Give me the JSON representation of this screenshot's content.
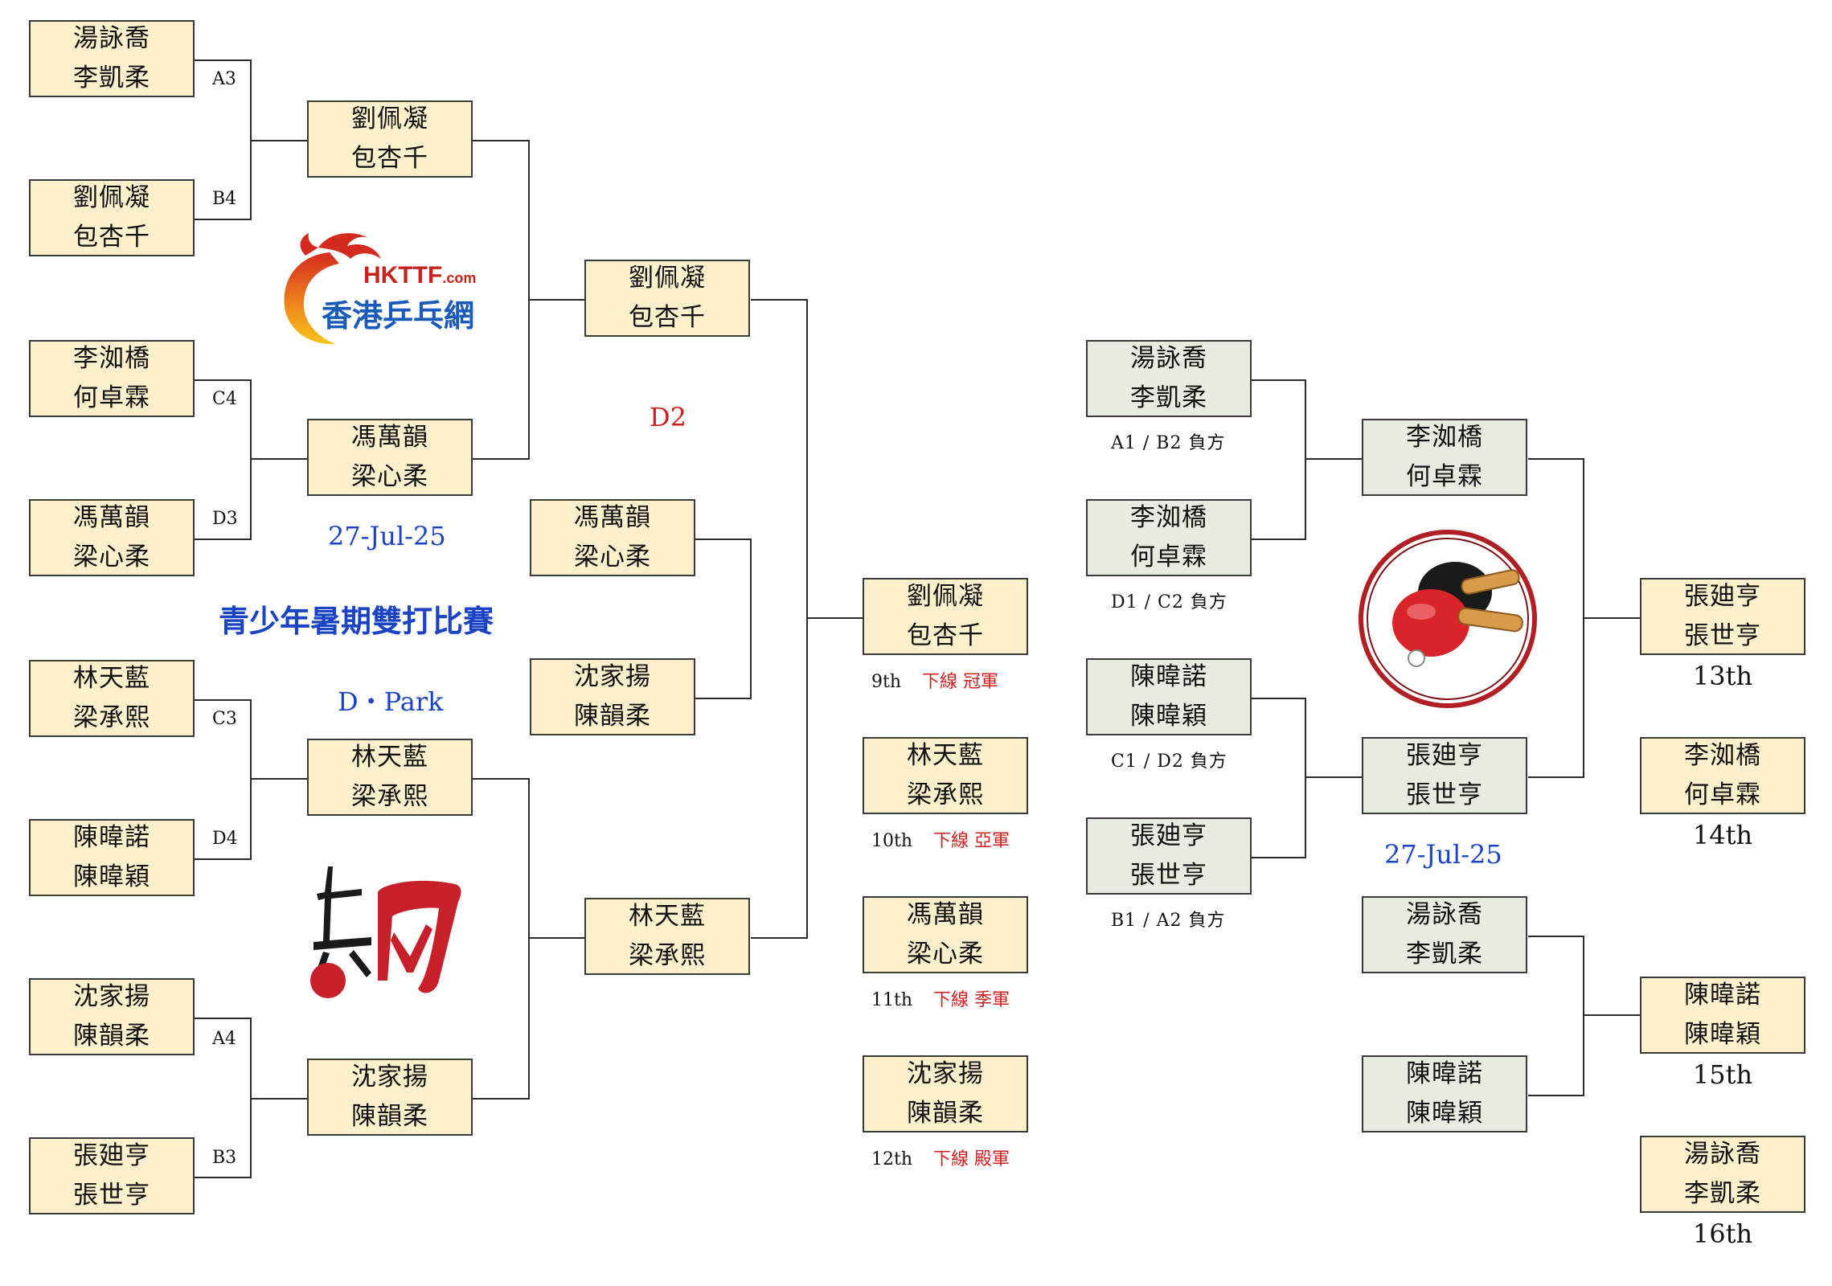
{
  "header": {
    "logo_hkttf": "HKTTF",
    "logo_dotcom": ".com",
    "logo_cn": "香港乒乓網",
    "group": "D2",
    "date_left": "27-Jul-25",
    "title": "青少年暑期雙打比賽",
    "venue": "D・Park",
    "date_right": "27-Jul-25"
  },
  "round1": [
    {
      "p1": "湯詠喬",
      "p2": "李凱柔",
      "seed": "A3"
    },
    {
      "p1": "劉佩凝",
      "p2": "包杏千",
      "seed": "B4"
    },
    {
      "p1": "李洳橋",
      "p2": "何卓霖",
      "seed": "C4"
    },
    {
      "p1": "馮萬韻",
      "p2": "梁心柔",
      "seed": "D3"
    },
    {
      "p1": "林天藍",
      "p2": "梁承熙",
      "seed": "C3"
    },
    {
      "p1": "陳暐諾",
      "p2": "陳暐穎",
      "seed": "D4"
    },
    {
      "p1": "沈家揚",
      "p2": "陳韻柔",
      "seed": "A4"
    },
    {
      "p1": "張廸亨",
      "p2": "張世亨",
      "seed": "B3"
    }
  ],
  "round2": [
    {
      "p1": "劉佩凝",
      "p2": "包杏千"
    },
    {
      "p1": "馮萬韻",
      "p2": "梁心柔"
    },
    {
      "p1": "林天藍",
      "p2": "梁承熙"
    },
    {
      "p1": "沈家揚",
      "p2": "陳韻柔"
    }
  ],
  "semis": [
    {
      "p1": "劉佩凝",
      "p2": "包杏千"
    },
    {
      "p1": "林天藍",
      "p2": "梁承熙"
    }
  ],
  "third_place": [
    {
      "p1": "馮萬韻",
      "p2": "梁心柔"
    },
    {
      "p1": "沈家揚",
      "p2": "陳韻柔"
    }
  ],
  "results": [
    {
      "p1": "劉佩凝",
      "p2": "包杏千",
      "rank": "9th",
      "tag": "下線 冠軍"
    },
    {
      "p1": "林天藍",
      "p2": "梁承熙",
      "rank": "10th",
      "tag": "下線 亞軍"
    },
    {
      "p1": "馮萬韻",
      "p2": "梁心柔",
      "rank": "11th",
      "tag": "下線 季軍"
    },
    {
      "p1": "沈家揚",
      "p2": "陳韻柔",
      "rank": "12th",
      "tag": "下線 殿軍"
    }
  ],
  "losers_r1": [
    {
      "p1": "湯詠喬",
      "p2": "李凱柔",
      "note": "A1 / B2 負方"
    },
    {
      "p1": "李洳橋",
      "p2": "何卓霖",
      "note": "D1 / C2 負方"
    },
    {
      "p1": "陳暐諾",
      "p2": "陳暐穎",
      "note": "C1 / D2 負方"
    },
    {
      "p1": "張廸亨",
      "p2": "張世亨",
      "note": "B1 / A2 負方"
    }
  ],
  "losers_r2": [
    {
      "p1": "李洳橋",
      "p2": "何卓霖"
    },
    {
      "p1": "張廸亨",
      "p2": "張世亨"
    },
    {
      "p1": "湯詠喬",
      "p2": "李凱柔"
    },
    {
      "p1": "陳暐諾",
      "p2": "陳暐穎"
    }
  ],
  "final_ranks": [
    {
      "p1": "張廸亨",
      "p2": "張世亨",
      "rank": "13th"
    },
    {
      "p1": "李洳橋",
      "p2": "何卓霖",
      "rank": "14th"
    },
    {
      "p1": "陳暐諾",
      "p2": "陳暐穎",
      "rank": "15th"
    },
    {
      "p1": "湯詠喬",
      "p2": "李凱柔",
      "rank": "16th"
    }
  ],
  "colors": {
    "cream": "#fcefcb",
    "green": "#e6ecdf",
    "red": "#cc1f1f",
    "blue": "#1b44c4"
  },
  "icons": [
    "dragon-logo-icon",
    "ping-pong-paddles-icon",
    "pingpong-brush-logo-icon"
  ]
}
